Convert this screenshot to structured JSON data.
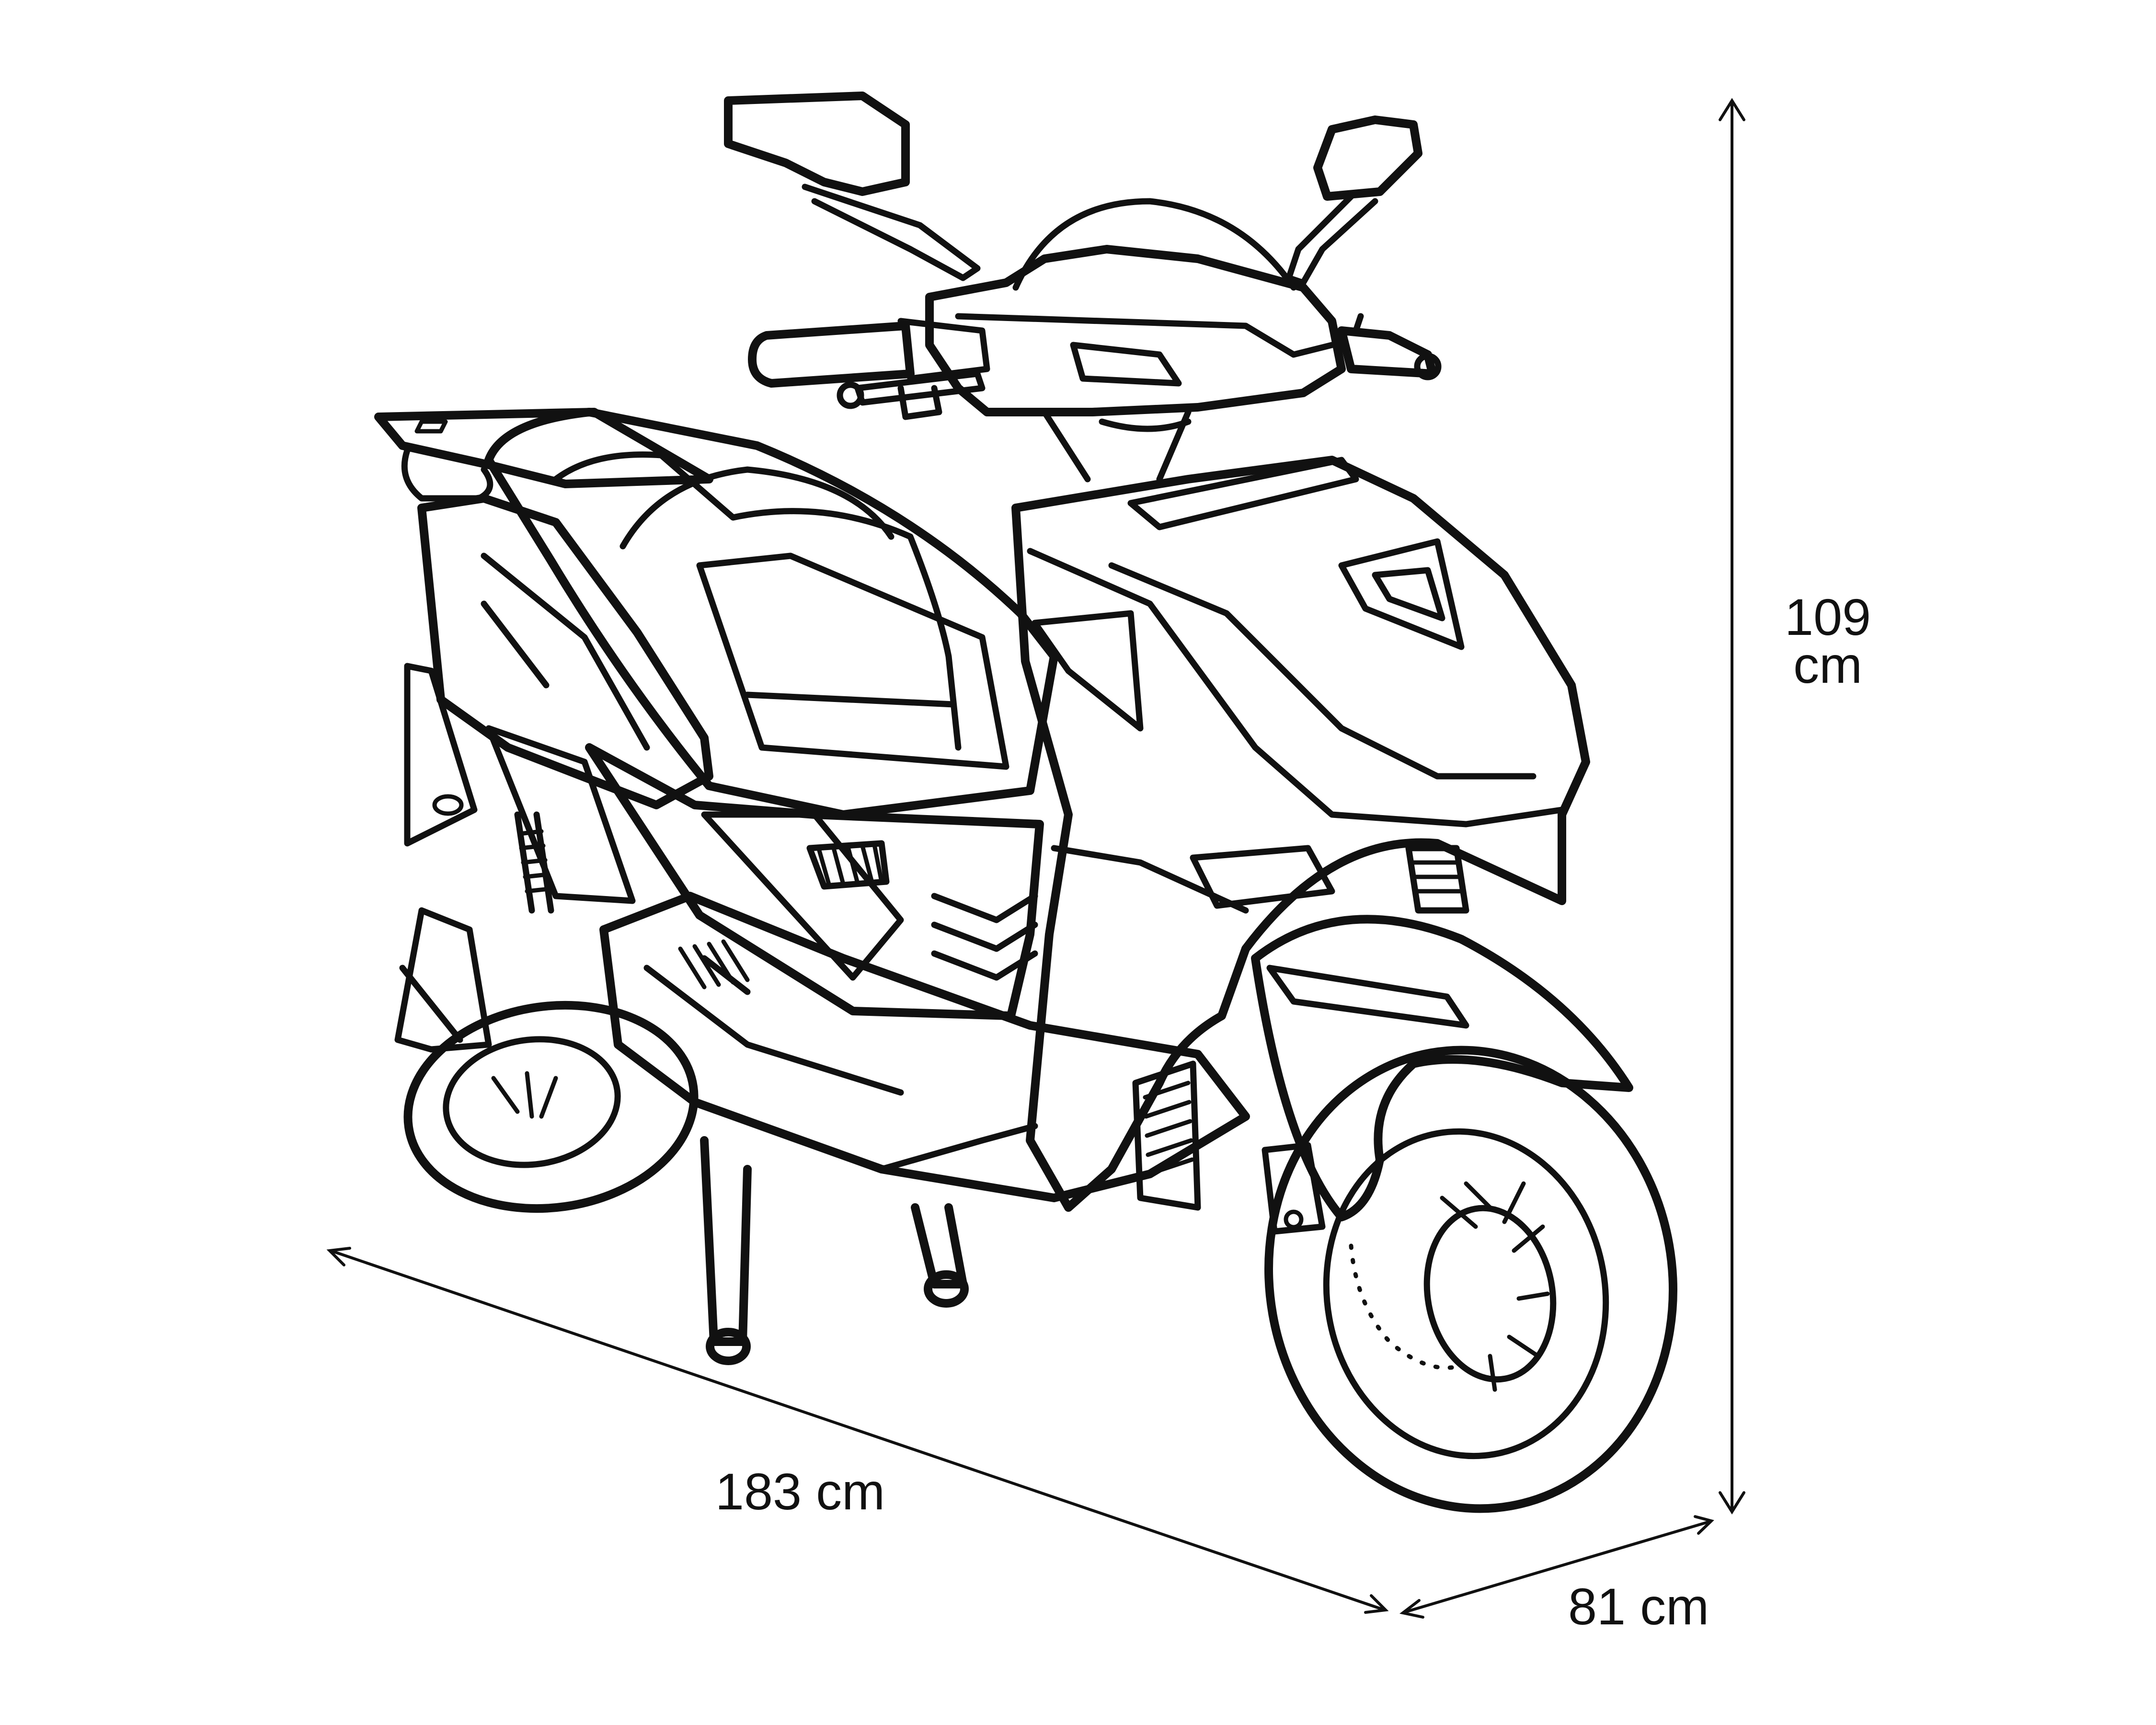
{
  "diagram": {
    "subject_icon": "electric-scooter-line-drawing",
    "ink_color": "#111111",
    "background_color": "#ffffff",
    "dimensions": {
      "height": {
        "label_line1": "109",
        "label_line2": "cm",
        "value": 109,
        "unit": "cm"
      },
      "length": {
        "label": "183 cm",
        "value": 183,
        "unit": "cm"
      },
      "width": {
        "label": "81 cm",
        "value": 81,
        "unit": "cm"
      }
    }
  }
}
